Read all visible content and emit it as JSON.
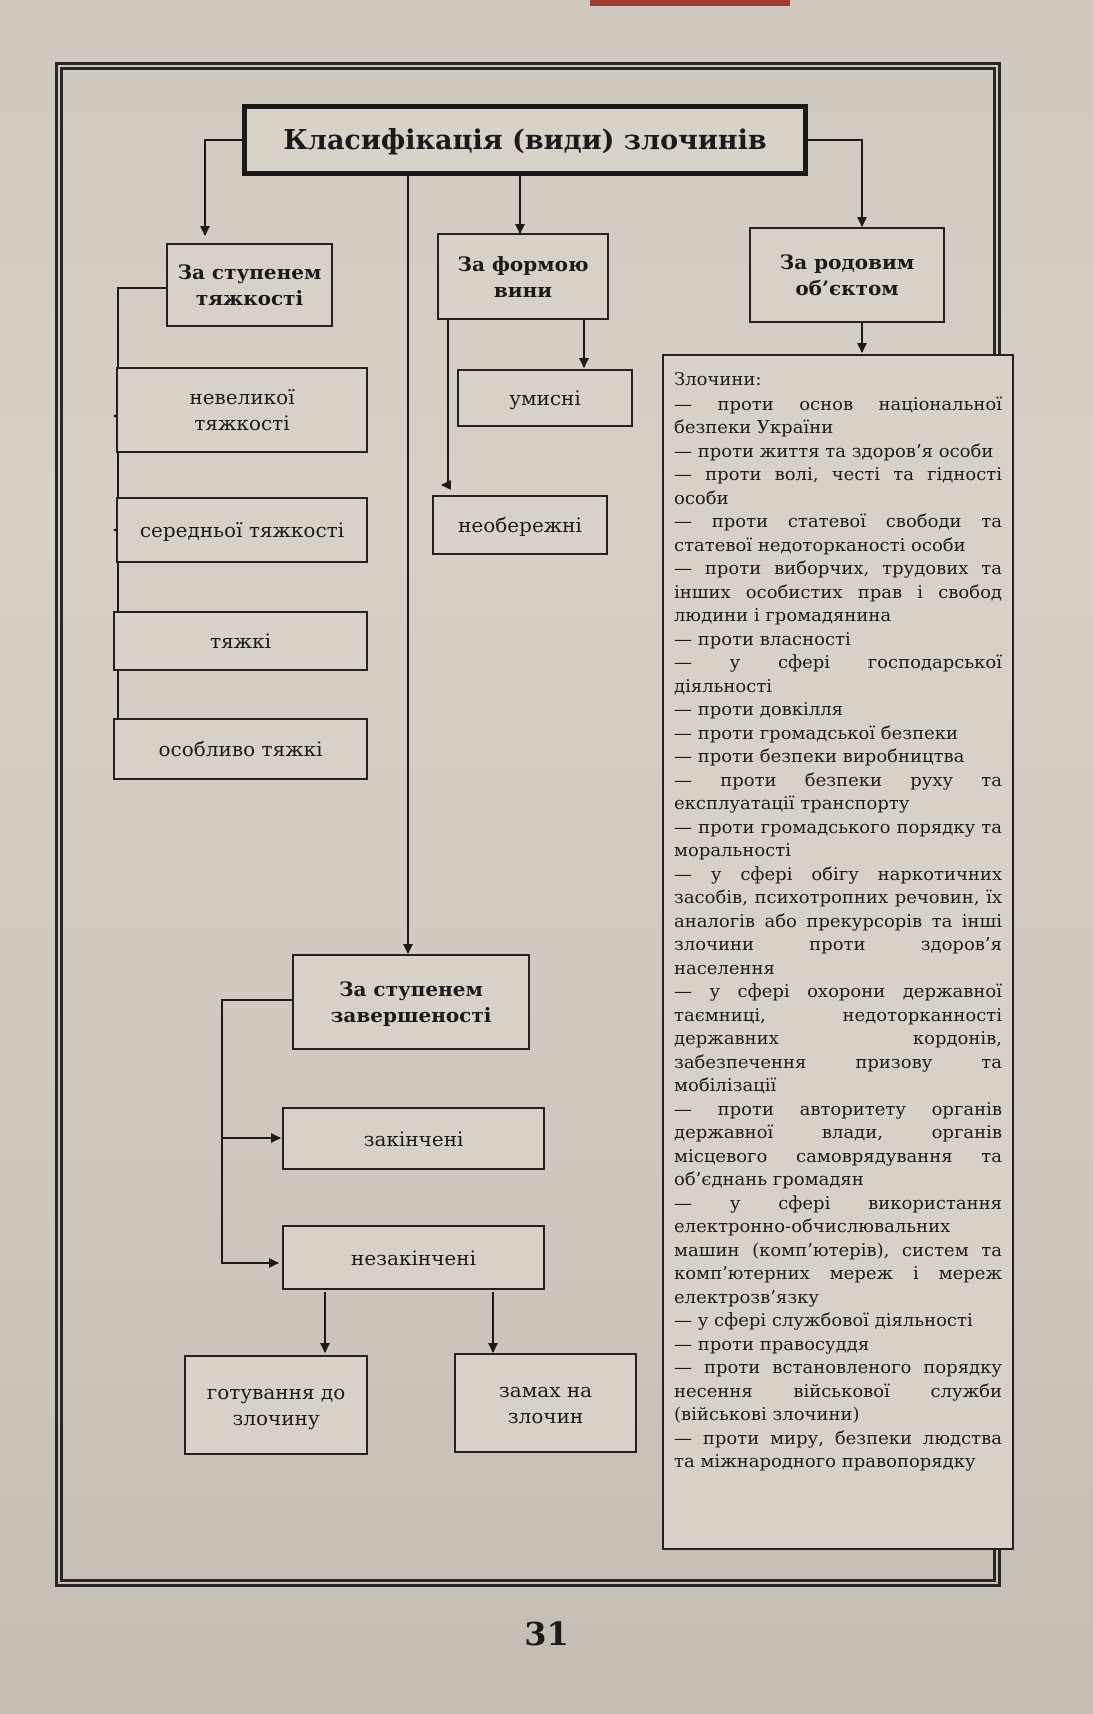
{
  "title": "Класифікація (види) злочинів",
  "branches": {
    "severity": {
      "label_lines": [
        "За ступенем",
        "тяжкості"
      ],
      "items": [
        "невеликої тяжкості",
        "середньої тяжкості",
        "тяжкі",
        "особливо тяжкі"
      ]
    },
    "guilt": {
      "label_lines": [
        "За формою",
        "вини"
      ],
      "items": [
        "умисні",
        "необережні"
      ]
    },
    "object": {
      "label_lines": [
        "За родовим",
        "об’єктом"
      ],
      "list_head": "Злочини:",
      "list_items": [
        "— проти основ національної безпеки України",
        "— проти життя та здоров’я особи",
        "— проти волі, честі та гідності особи",
        "— проти статевої свободи та статевої недоторканості особи",
        "— проти виборчих, трудових та інших особистих прав і свобод людини і громадянина",
        "— проти власності",
        "— у сфері господарської діяльності",
        "— проти довкілля",
        "— проти громадської безпеки",
        "— проти безпеки виробництва",
        "— проти безпеки руху та експлуатації транспорту",
        "— проти громадського порядку та моральності",
        "— у сфері обігу наркотичних засобів, психотропних речовин, їх аналогів або прекурсорів та інші злочини проти здоров’я населення",
        "— у сфері охорони державної таємниці, недоторканності державних кордонів, забезпечення призову та мобілізації",
        "— проти авторитету органів державної влади, органів місцевого самоврядування та об’єднань громадян",
        "— у сфері використання електронно-обчислювальних машин (комп’ютерів), систем та комп’ютерних мереж і мереж електрозв’язку",
        "— у сфері службової діяльності",
        "— проти правосуддя",
        "— проти встановленого порядку несення військової служби (військові злочини)",
        "— проти миру, безпеки людства та міжнародного правопорядку"
      ]
    },
    "completion": {
      "label_lines": [
        "За ступенем",
        "завершеності"
      ],
      "items": [
        "закінчені",
        "незакінчені"
      ],
      "sub_items": [
        [
          "готування до",
          "злочину"
        ],
        [
          "замах на",
          "злочин"
        ]
      ]
    }
  },
  "page_number": "31"
}
